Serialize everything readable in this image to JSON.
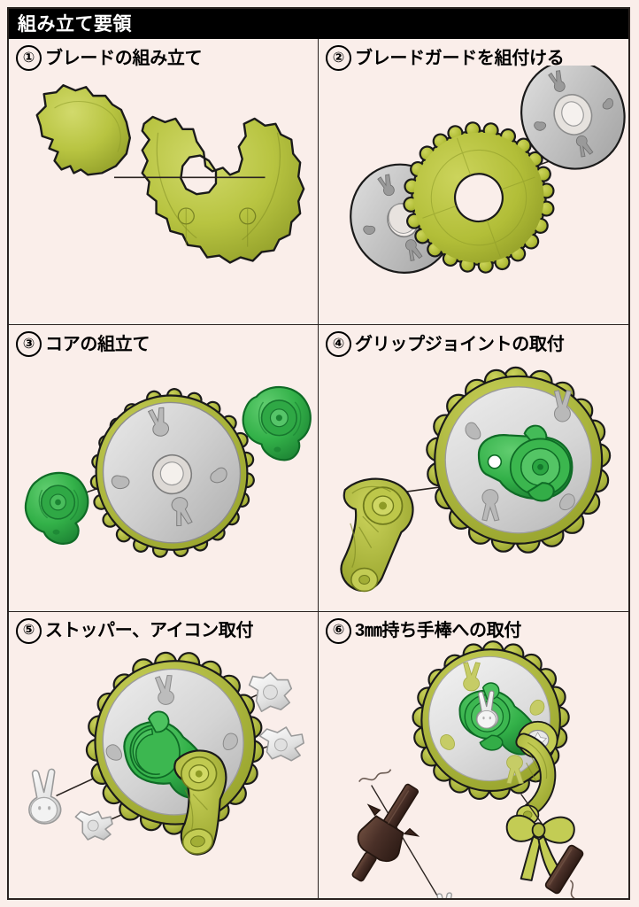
{
  "document": {
    "title": "組み立て要領",
    "background_color": "#faeeea",
    "title_bar_color": "#000000",
    "title_text_color": "#ffffff",
    "border_color": "#2a2320"
  },
  "palette": {
    "yellow_green": "#b5c23c",
    "yellow_green_light": "#cdd560",
    "yellow_green_dark": "#8d9a28",
    "green": "#35b24a",
    "green_light": "#5fcc6e",
    "green_dark": "#1d8a34",
    "gray": "#c9c9c9",
    "gray_light": "#e3e3e3",
    "gray_dark": "#9a9a9a",
    "white_part": "#ededed",
    "brown": "#4a3028",
    "outline": "#1a1a1a",
    "leader_line": "#2a2320"
  },
  "steps": [
    {
      "number": "①",
      "title": "ブレードの組み立て",
      "art": "blade-assembly",
      "parts": [
        "blade-segment-small",
        "blade-segment-large"
      ]
    },
    {
      "number": "②",
      "title": "ブレードガードを組付ける",
      "art": "blade-guard-assembly",
      "parts": [
        "guard-disc-front",
        "gear-ring",
        "guard-disc-back"
      ]
    },
    {
      "number": "③",
      "title": "コアの組立て",
      "art": "core-assembly",
      "parts": [
        "core-left",
        "gear-plate",
        "core-right"
      ]
    },
    {
      "number": "④",
      "title": "グリップジョイントの取付",
      "art": "grip-joint-assembly",
      "parts": [
        "grip-arm",
        "wheel-assembly"
      ]
    },
    {
      "number": "⑤",
      "title": "ストッパー、アイコン取付",
      "art": "stopper-icon-assembly",
      "parts": [
        "bunny-icon",
        "stopper-a",
        "stopper-b",
        "stopper-c",
        "wheel-assembly"
      ]
    },
    {
      "number": "⑥",
      "title": "3㎜持ち手棒への取付",
      "art": "handle-rod-assembly",
      "parts": [
        "completed-wheel",
        "handle-rod",
        "ribbon-bow",
        "bunny-charm"
      ]
    }
  ]
}
